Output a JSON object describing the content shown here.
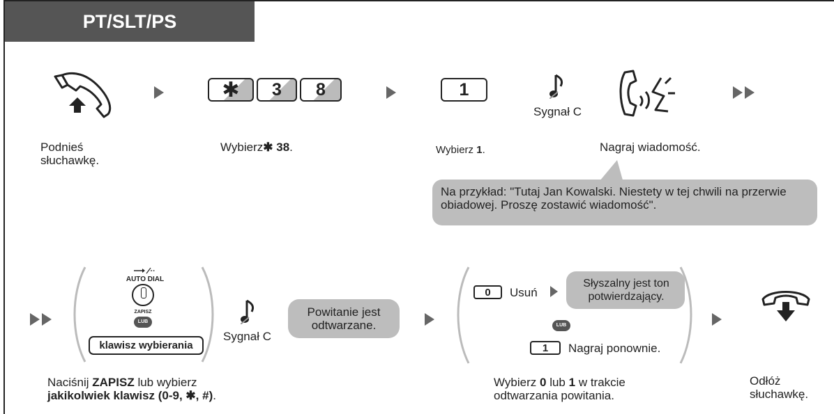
{
  "header": {
    "title": "PT/SLT/PS"
  },
  "steps": {
    "lift": {
      "text": "Podnieś słuchawkę."
    },
    "dial38": {
      "prefix": "Wybierz",
      "star": "✱",
      "number": "38",
      "suffix": "."
    },
    "dial1": {
      "prefix": "Wybierz",
      "number": "1",
      "suffix": "."
    },
    "tone1": {
      "label": "Sygnał C"
    },
    "record": {
      "text": "Nagraj wiadomość."
    },
    "example": {
      "text": "Na przykład: \"Tutaj Jan Kowalski. Niestety w tej chwili na przerwie obiadowej. Proszę zostawić wiadomość\"."
    },
    "press": {
      "prefix": "Naciśnij",
      "bold1": "ZAPISZ",
      "mid": "lub wybierz",
      "bold2": "jakikolwiek klawisz (0-9, ✱, #)",
      "suffix": "."
    },
    "tone2": {
      "label": "Sygnał C"
    },
    "playback": {
      "text": "Powitanie jest odtwarzane."
    },
    "choose": {
      "prefix": "Wybierz",
      "b0": "0",
      "mid": "lub",
      "b1": "1",
      "suffix": "w trakcie odtwarzania powitania."
    },
    "hangup": {
      "text": "Odłóż słuchawkę."
    }
  },
  "keys": {
    "star": "✱",
    "k3": "3",
    "k8": "8",
    "k1": "1",
    "k0": "0",
    "k1b": "1"
  },
  "autodial": {
    "top": "AUTO DIAL",
    "bottom": "ZAPISZ",
    "lub": "LUB",
    "dial_key": "klawisz wybierania"
  },
  "options": {
    "delete": "Usuń",
    "confirm": "Słyszalny jest ton potwierdzający.",
    "lub": "LUB",
    "rerecord": "Nagraj ponownie."
  }
}
